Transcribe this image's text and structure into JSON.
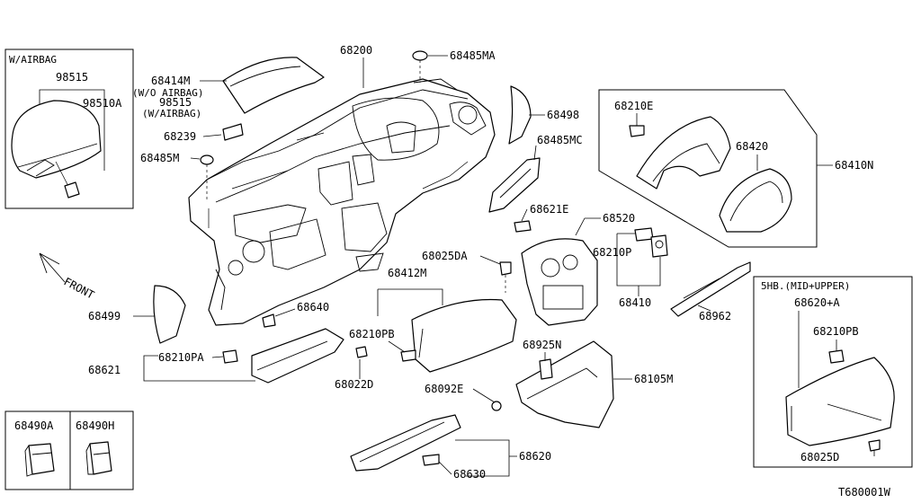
{
  "diagram_id": "T680001W",
  "front_label": "FRONT",
  "inset_airbag": {
    "title": "W/AIRBAG",
    "p1": "98515",
    "p2": "98510A"
  },
  "inset_5hb": {
    "title": "5HB.(MID+UPPER)",
    "p1": "68620+A",
    "p2": "68210PB",
    "p3": "68025D"
  },
  "inset_68490": {
    "p1": "68490A",
    "p2": "68490H"
  },
  "labels": {
    "p68200": "68200",
    "p68485MA": "68485MA",
    "p68414M": "68414M",
    "p68414M_note1": "(W/O AIRBAG)",
    "p98515": "98515",
    "p98515_note": "(W/AIRBAG)",
    "p68239": "68239",
    "p68485M": "68485M",
    "p68498": "68498",
    "p68485MC": "68485MC",
    "p68210E": "68210E",
    "p68420": "68420",
    "p68410N": "68410N",
    "p68621E": "68621E",
    "p68520": "68520",
    "p68025DA": "68025DA",
    "p68210P": "68210P",
    "p68412M": "68412M",
    "p68410": "68410",
    "p68962": "68962",
    "p68499": "68499",
    "p68640": "68640",
    "p68210PB": "68210PB",
    "p68210PA": "68210PA",
    "p68621": "68621",
    "p68022D": "68022D",
    "p68925N": "68925N",
    "p68092E": "68092E",
    "p68105M": "68105M",
    "p68620": "68620",
    "p68630": "68630"
  }
}
